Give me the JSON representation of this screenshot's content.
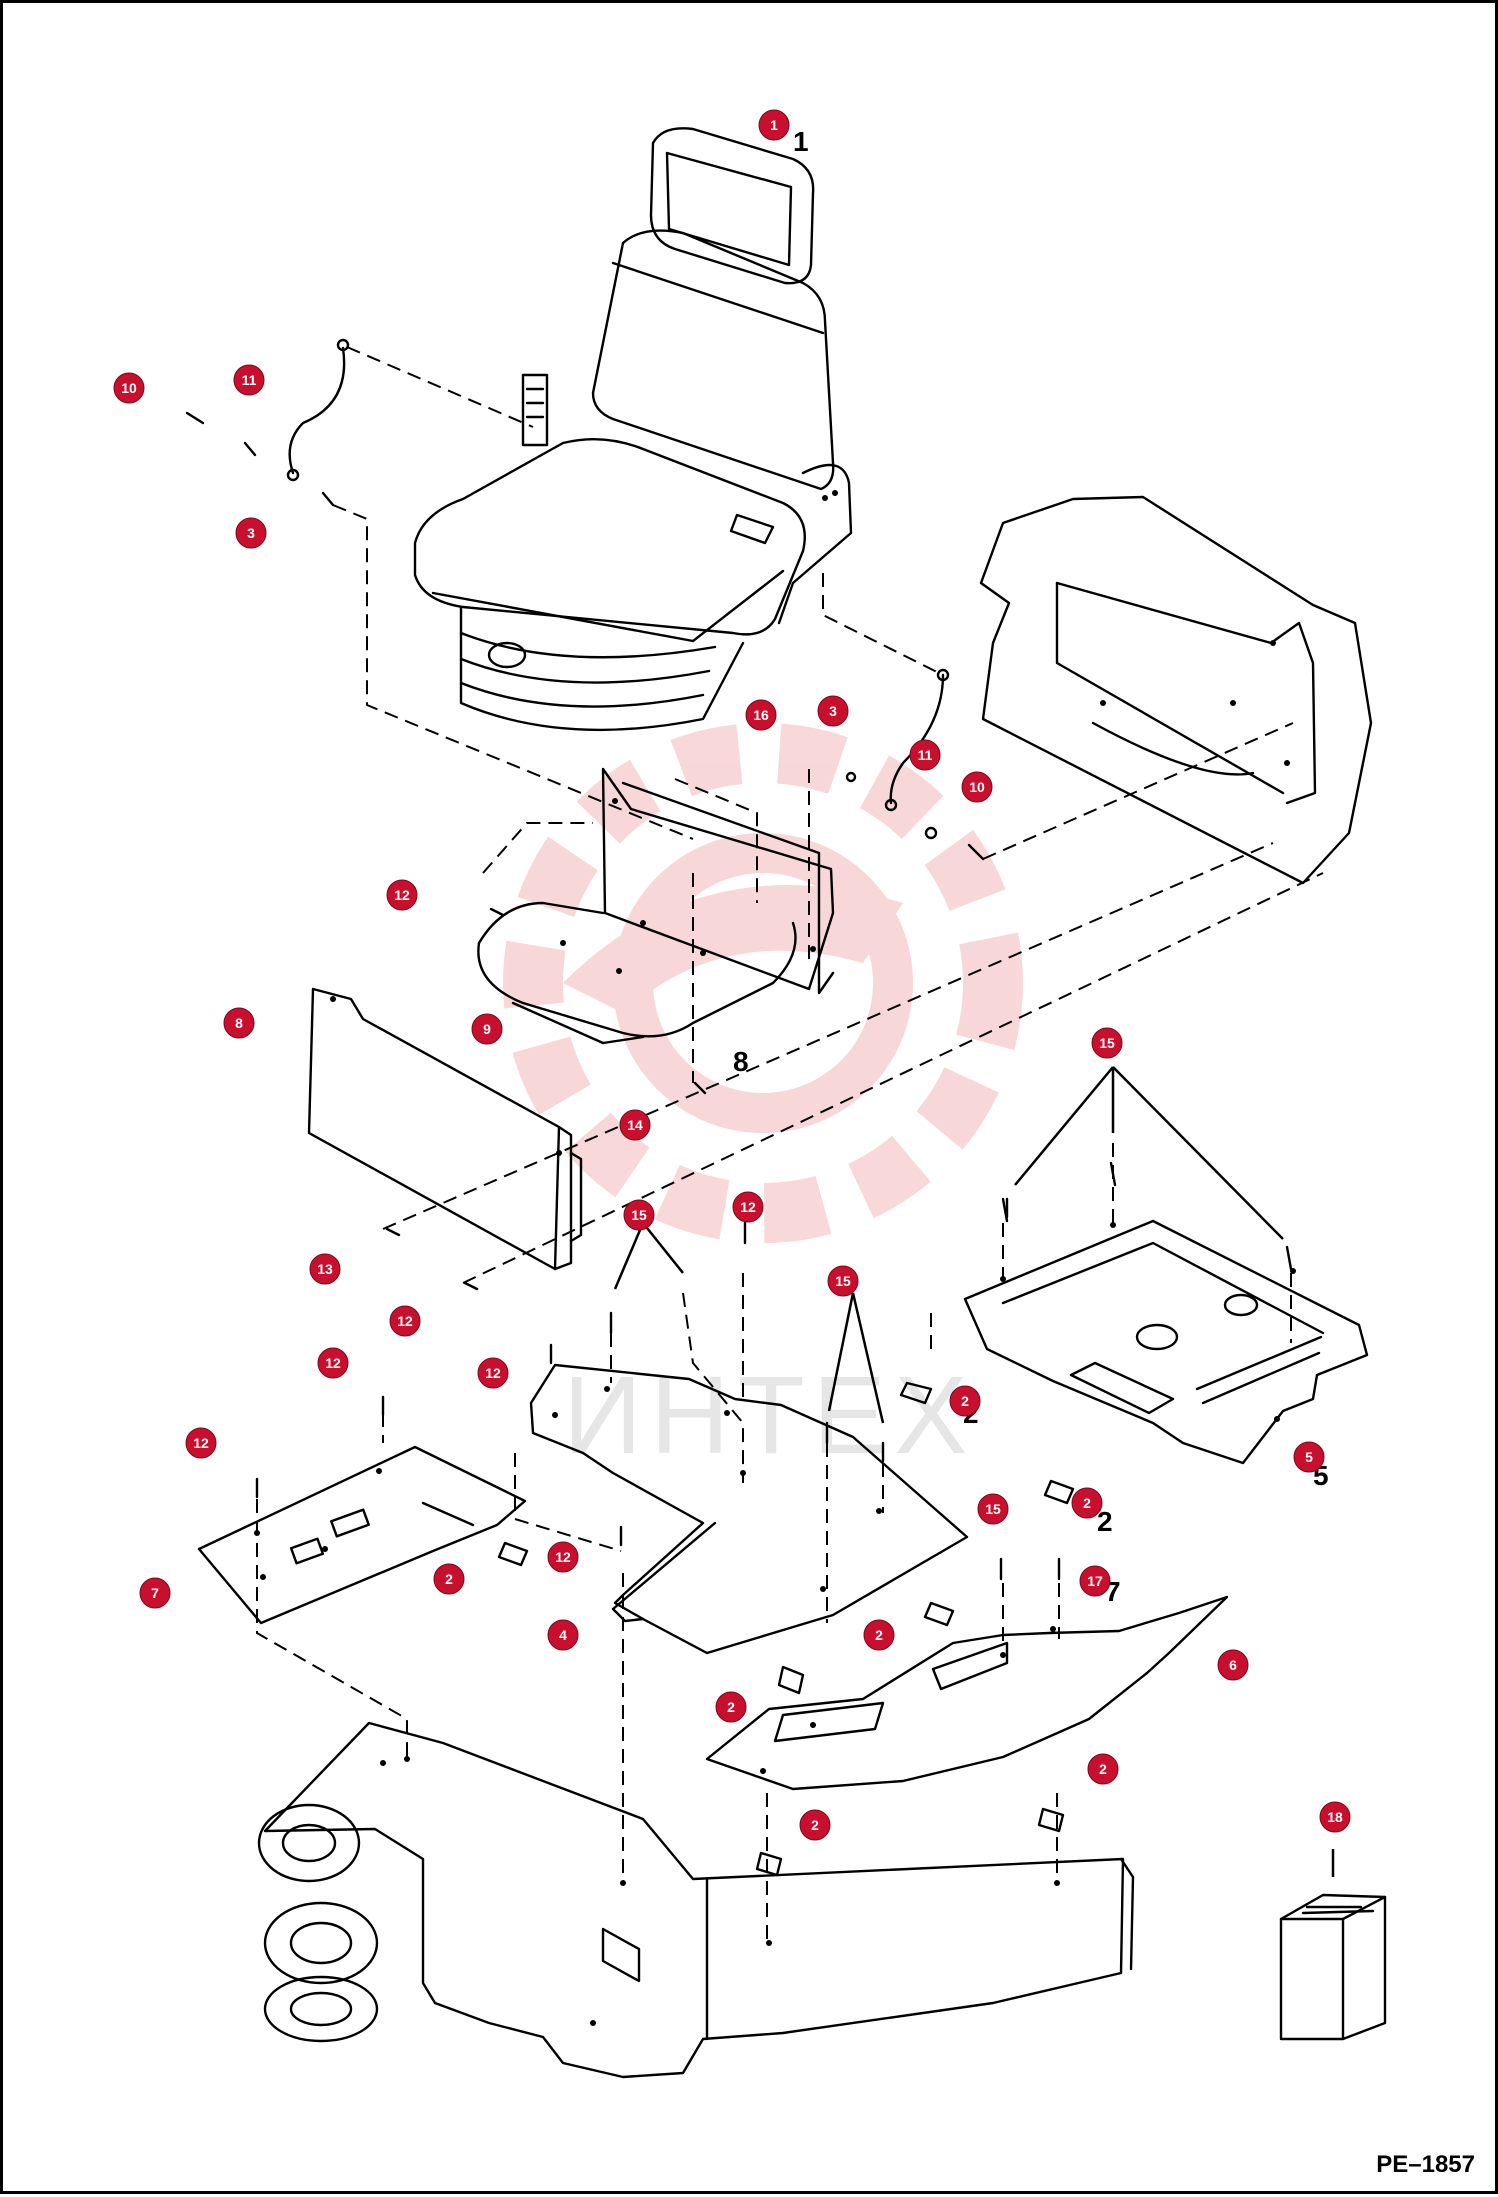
{
  "drawing": {
    "code": "PE–1857",
    "watermark": "ИНТЕХ",
    "colors": {
      "callout": "#c8102e",
      "line": "#000000",
      "watermark": "#f2b8b8"
    }
  },
  "callouts": [
    {
      "id": "c-1",
      "label": "1"
    },
    {
      "id": "c-10a",
      "label": "10"
    },
    {
      "id": "c-11a",
      "label": "11"
    },
    {
      "id": "c-3a",
      "label": "3"
    },
    {
      "id": "c-16",
      "label": "16"
    },
    {
      "id": "c-3b",
      "label": "3"
    },
    {
      "id": "c-11b",
      "label": "11"
    },
    {
      "id": "c-10b",
      "label": "10"
    },
    {
      "id": "c-12a",
      "label": "12"
    },
    {
      "id": "c-9",
      "label": "9"
    },
    {
      "id": "c-8",
      "label": "8"
    },
    {
      "id": "c-14",
      "label": "14"
    },
    {
      "id": "c-15a",
      "label": "15"
    },
    {
      "id": "c-13",
      "label": "13"
    },
    {
      "id": "c-12b",
      "label": "12"
    },
    {
      "id": "c-15b",
      "label": "15"
    },
    {
      "id": "c-12c",
      "label": "12"
    },
    {
      "id": "c-15c",
      "label": "15"
    },
    {
      "id": "c-12d",
      "label": "12"
    },
    {
      "id": "c-12e",
      "label": "12"
    },
    {
      "id": "c-2a",
      "label": "2"
    },
    {
      "id": "c-5",
      "label": "5"
    },
    {
      "id": "c-12f",
      "label": "12"
    },
    {
      "id": "c-2b",
      "label": "2"
    },
    {
      "id": "c-15d",
      "label": "15"
    },
    {
      "id": "c-7",
      "label": "7"
    },
    {
      "id": "c-2c",
      "label": "2"
    },
    {
      "id": "c-12g",
      "label": "12"
    },
    {
      "id": "c-17",
      "label": "17"
    },
    {
      "id": "c-4",
      "label": "4"
    },
    {
      "id": "c-2d",
      "label": "2"
    },
    {
      "id": "c-6",
      "label": "6"
    },
    {
      "id": "c-2e",
      "label": "2"
    },
    {
      "id": "c-2f",
      "label": "2"
    },
    {
      "id": "c-2g",
      "label": "2"
    },
    {
      "id": "c-18",
      "label": "18"
    }
  ],
  "part_labels": [
    {
      "id": "l-1",
      "text": "1"
    },
    {
      "id": "l-8",
      "text": "8"
    },
    {
      "id": "l-2a",
      "text": "2"
    },
    {
      "id": "l-2b",
      "text": "2"
    },
    {
      "id": "l-5",
      "text": "5"
    },
    {
      "id": "l-17",
      "text": "7"
    }
  ]
}
